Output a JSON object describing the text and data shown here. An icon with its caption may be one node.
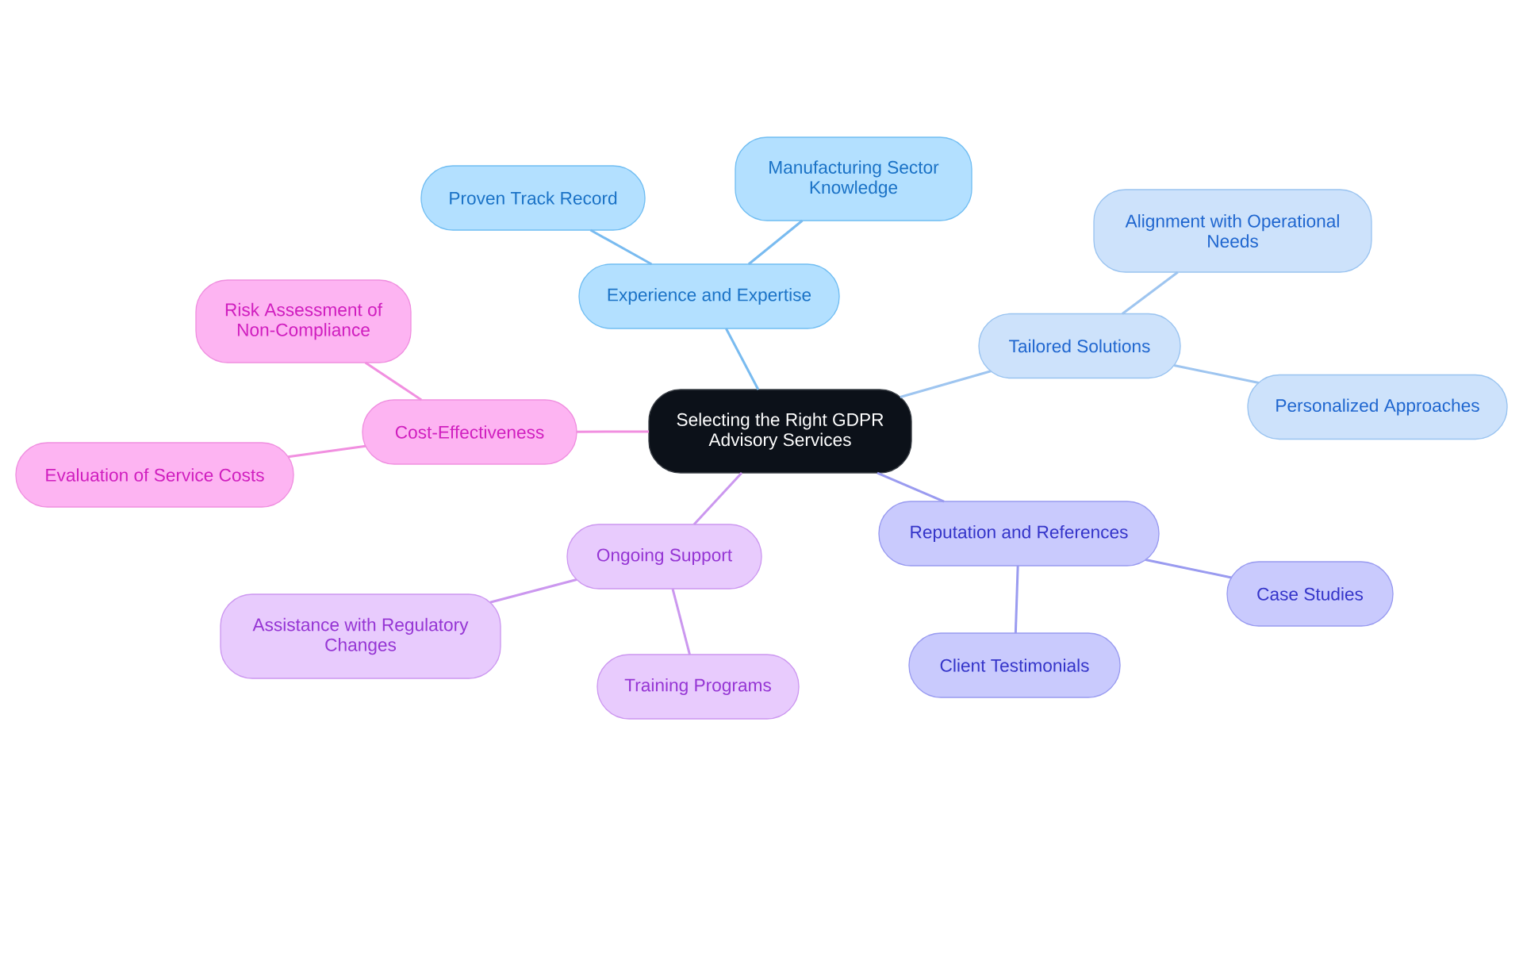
{
  "diagram": {
    "nodes": [
      {
        "text": [
          "Selecting the Right GDPR Advisory Services"
        ]
      },
      {
        "text": [
          "Experience and Expertise"
        ]
      },
      {
        "text": [
          "Proven Track Record"
        ]
      },
      {
        "text": [
          "Manufacturing Sector Knowledge"
        ]
      },
      {
        "text": [
          "Tailored Solutions"
        ]
      },
      {
        "text": [
          "Alignment with Operational Needs"
        ]
      },
      {
        "text": [
          "Personalized Approaches"
        ]
      },
      {
        "text": [
          "Reputation and References"
        ]
      },
      {
        "text": [
          "Case Studies"
        ]
      },
      {
        "text": [
          "Client Testimonials"
        ]
      },
      {
        "text": [
          "Ongoing Support"
        ]
      },
      {
        "text": [
          "Assistance with Regulatory Changes"
        ]
      },
      {
        "text": [
          "Training Programs"
        ]
      },
      {
        "text": [
          "Cost-Effectiveness"
        ]
      },
      {
        "text": [
          "Risk Assessment of Non-Compliance"
        ]
      },
      {
        "text": [
          "Evaluation of Service Costs"
        ]
      }
    ],
    "edges": [
      {
        "from": 0,
        "to": 1,
        "arrow": "none",
        "color": "#79bbf0"
      },
      {
        "from": 1,
        "to": 2,
        "arrow": "none",
        "color": "#79bbf0"
      },
      {
        "from": 1,
        "to": 3,
        "arrow": "none",
        "color": "#79bbf0"
      },
      {
        "from": 0,
        "to": 4,
        "arrow": "none",
        "color": "#9ec5f0"
      },
      {
        "from": 4,
        "to": 5,
        "arrow": "none",
        "color": "#9ec5f0"
      },
      {
        "from": 4,
        "to": 6,
        "arrow": "none",
        "color": "#9ec5f0"
      },
      {
        "from": 0,
        "to": 7,
        "arrow": "none",
        "color": "#9a9bf0"
      },
      {
        "from": 7,
        "to": 8,
        "arrow": "none",
        "color": "#9a9bf0"
      },
      {
        "from": 7,
        "to": 9,
        "arrow": "none",
        "color": "#9a9bf0"
      },
      {
        "from": 0,
        "to": 10,
        "arrow": "none",
        "color": "#cb97ef"
      },
      {
        "from": 10,
        "to": 11,
        "arrow": "none",
        "color": "#cb97ef"
      },
      {
        "from": 10,
        "to": 12,
        "arrow": "none",
        "color": "#cb97ef"
      },
      {
        "from": 0,
        "to": 13,
        "arrow": "none",
        "color": "#f18fe0"
      },
      {
        "from": 13,
        "to": 14,
        "arrow": "none",
        "color": "#f18fe0"
      },
      {
        "from": 13,
        "to": 15,
        "arrow": "none",
        "color": "#f18fe0"
      }
    ]
  }
}
